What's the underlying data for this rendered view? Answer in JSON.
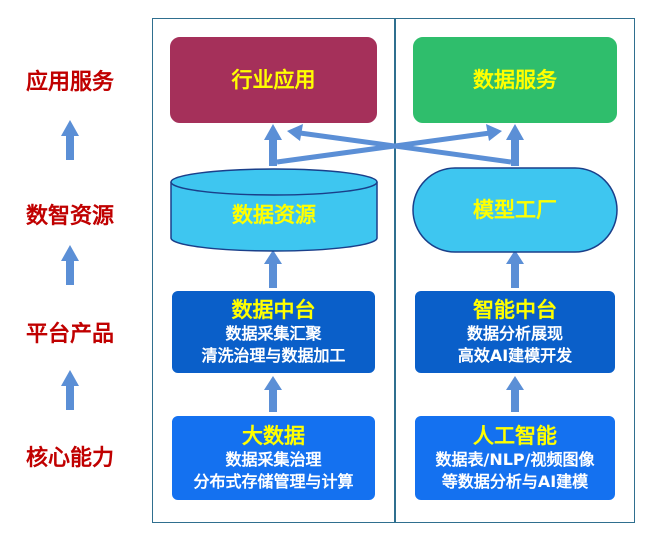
{
  "layers": {
    "application": "应用服务",
    "resources": "数智资源",
    "products": "平台产品",
    "capabilities": "核心能力"
  },
  "left_column": {
    "industry_app": "行业应用",
    "data_resources": "数据资源",
    "data_platform": {
      "title": "数据中台",
      "line1": "数据采集汇聚",
      "line2": "清洗治理与数据加工"
    },
    "big_data": {
      "title": "大数据",
      "line1": "数据采集治理",
      "line2": "分布式存储管理与计算"
    }
  },
  "right_column": {
    "data_services": "数据服务",
    "model_factory": "模型工厂",
    "ai_platform": {
      "title": "智能中台",
      "line1": "数据分析展现",
      "line2": "高效AI建模开发"
    },
    "ai": {
      "title": "人工智能",
      "line1": "数据表/NLP/视频图像",
      "line2": "等数据分析与AI建模"
    }
  },
  "colors": {
    "label_red": "#c00000",
    "industry_app_fill": "#a5305a",
    "data_services_fill": "#2fbe6c",
    "cyan_fill": "#3ec6f0",
    "platform_fill": "#0a5fc9",
    "core_fill": "#1471f0",
    "arrow_blue": "#5b8fd6",
    "title_yellow": "#ffff00"
  }
}
